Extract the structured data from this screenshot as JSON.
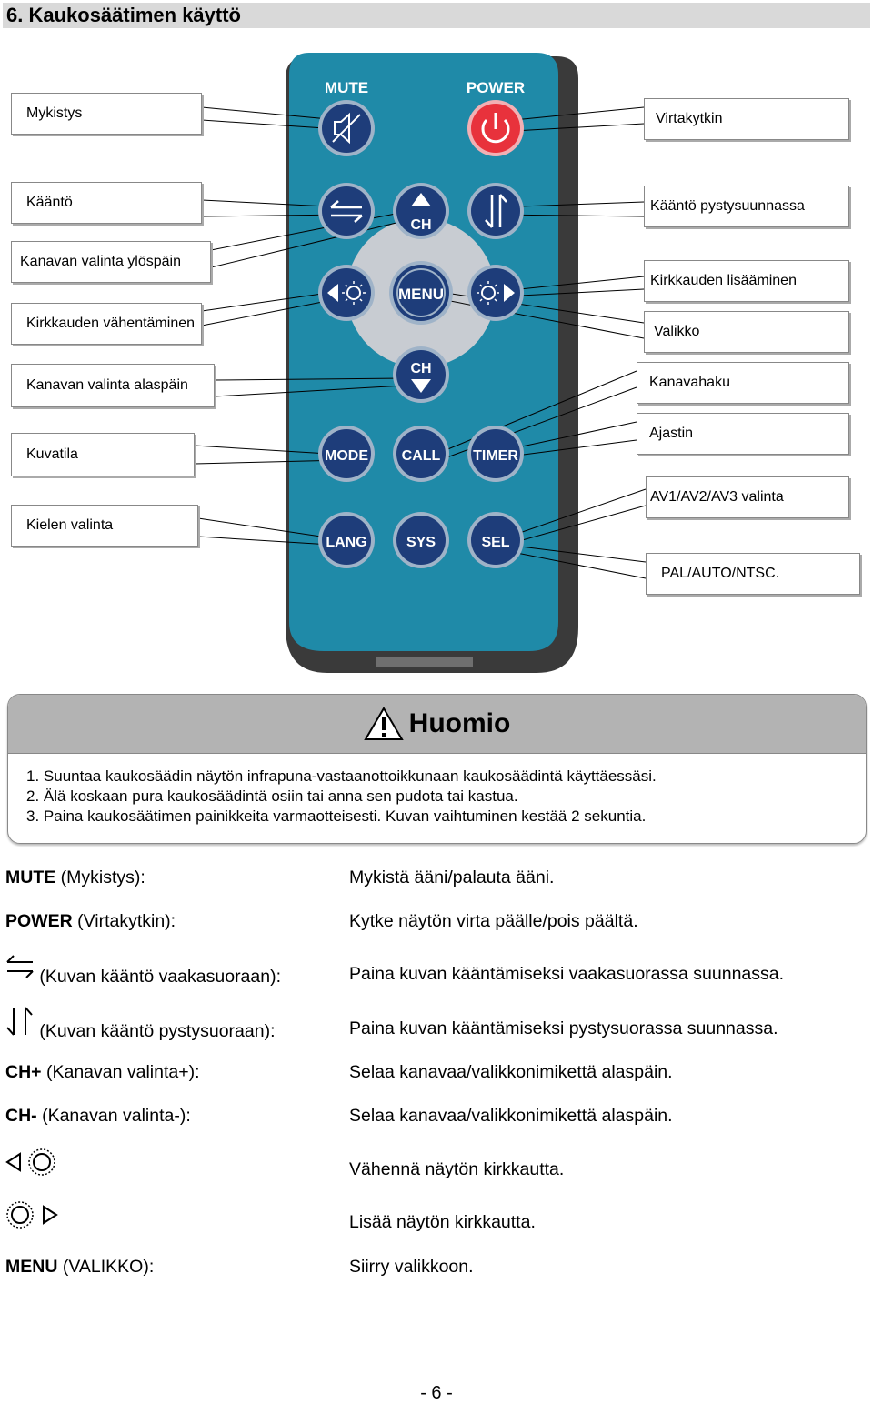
{
  "header": {
    "title": "6.  Kaukosäätimen käyttö"
  },
  "remote": {
    "buttons": {
      "mute": "MUTE",
      "power": "POWER",
      "ch": "CH",
      "menu": "MENU",
      "mode": "MODE",
      "call": "CALL",
      "timer": "TIMER",
      "lang": "LANG",
      "sys": "SYS",
      "sel": "SEL"
    },
    "colors": {
      "body": "#1f8aa8",
      "button": "#1e3d7a",
      "power": "#e8323c",
      "dpad": "#c8ccd2"
    }
  },
  "labels": {
    "left": [
      "Mykistys",
      "Kääntö",
      "Kanavan valinta ylöspäin",
      "Kirkkauden vähentäminen",
      "Kanavan valinta alaspäin",
      "Kuvatila",
      "Kielen valinta"
    ],
    "right": [
      "Virtakytkin",
      "Kääntö pystysuunnassa",
      "Kirkkauden lisääminen",
      "Valikko",
      "Kanavahaku",
      "Ajastin",
      "AV1/AV2/AV3 valinta",
      "PAL/AUTO/NTSC."
    ]
  },
  "notice": {
    "title": "Huomio",
    "items": [
      "1. Suuntaa kaukosäädin näytön infrapuna-vastaanottoikkunaan kaukosäädintä käyttäessäsi.",
      "2. Älä koskaan pura kaukosäädintä osiin tai anna sen pudota tai kastua.",
      "3. Paina kaukosäätimen painikkeita varmaotteisesti. Kuvan vaihtuminen kestää 2 sekuntia."
    ]
  },
  "descriptions": [
    {
      "key": "MUTE",
      "paren": " (Mykistys):",
      "desc": "Mykistä ääni/palauta ääni."
    },
    {
      "key": "POWER",
      "paren": " (Virtakytkin):",
      "desc": "Kytke näytön virta päälle/pois päältä."
    },
    {
      "key": "",
      "paren": "(Kuvan kääntö vaakasuoraan):",
      "desc": "Paina kuvan kääntämiseksi vaakasuorassa suunnassa."
    },
    {
      "key": "",
      "paren": "(Kuvan kääntö pystysuoraan):",
      "desc": "Paina kuvan kääntämiseksi pystysuorassa suunnassa."
    },
    {
      "key": "CH+",
      "paren": " (Kanavan valinta+):",
      "desc": "Selaa kanavaa/valikkonimikettä alaspäin."
    },
    {
      "key": "CH-",
      "paren": " (Kanavan valinta-):",
      "desc": "Selaa kanavaa/valikkonimikettä alaspäin."
    },
    {
      "key": "",
      "paren": "",
      "desc": "Vähennä näytön kirkkautta."
    },
    {
      "key": "",
      "paren": "",
      "desc": "Lisää näytön kirkkautta."
    },
    {
      "key": "MENU",
      "paren": " (VALIKKO):",
      "desc": "Siirry valikkoon."
    }
  ],
  "page_number": "- 6 -"
}
